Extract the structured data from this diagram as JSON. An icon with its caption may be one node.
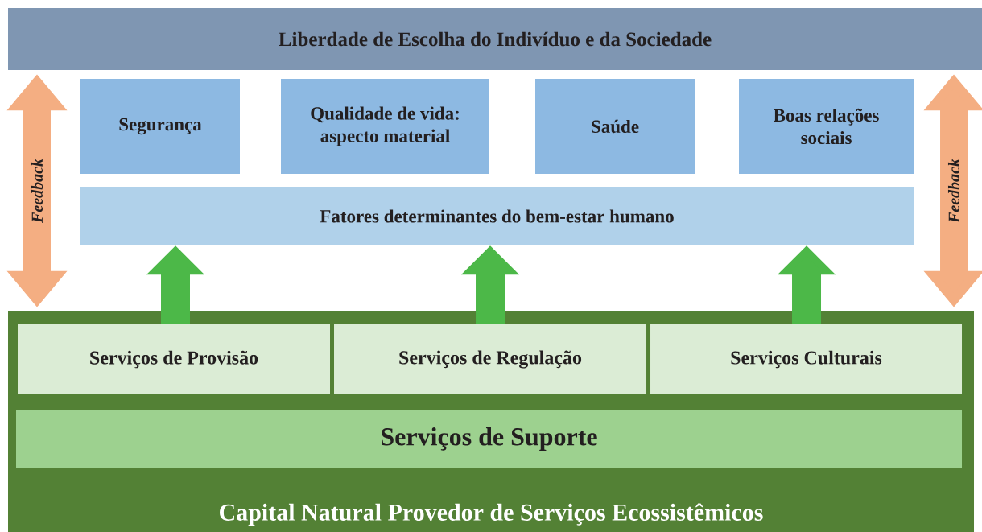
{
  "diagram": {
    "nodes": [
      {
        "text": [
          "Liberdade de Escolha do Indivíduo e da Sociedade"
        ]
      },
      {
        "text": [
          "Segurança"
        ]
      },
      {
        "text": [
          "Qualidade de vida: aspecto material"
        ]
      },
      {
        "text": [
          "Saúde"
        ]
      },
      {
        "text": [
          "Boas relações sociais"
        ]
      },
      {
        "text": [
          "Fatores determinantes do bem-estar humano"
        ]
      },
      {
        "text": [
          "Capital Natural Provedor de Serviços Ecossistêmicos"
        ]
      },
      {
        "text": [
          "Serviços de Provisão"
        ],
        "in": 6
      },
      {
        "text": [
          "Serviços de Regulação"
        ],
        "in": 6
      },
      {
        "text": [
          "Serviços Culturais"
        ],
        "in": 6
      },
      {
        "text": [
          "Serviços de Suporte"
        ],
        "in": 6
      }
    ],
    "edges": [
      {
        "from": 7,
        "to": 5,
        "arrow": "to"
      },
      {
        "from": 8,
        "to": 5,
        "arrow": "to"
      },
      {
        "from": 9,
        "to": 5,
        "arrow": "to"
      },
      {
        "from": 6,
        "to": 0,
        "arrow": "both",
        "label": "Feedback",
        "color": "#f4ae82"
      },
      {
        "from": 6,
        "to": 0,
        "arrow": "both",
        "label": "Feedback",
        "color": "#f4ae82"
      }
    ]
  }
}
